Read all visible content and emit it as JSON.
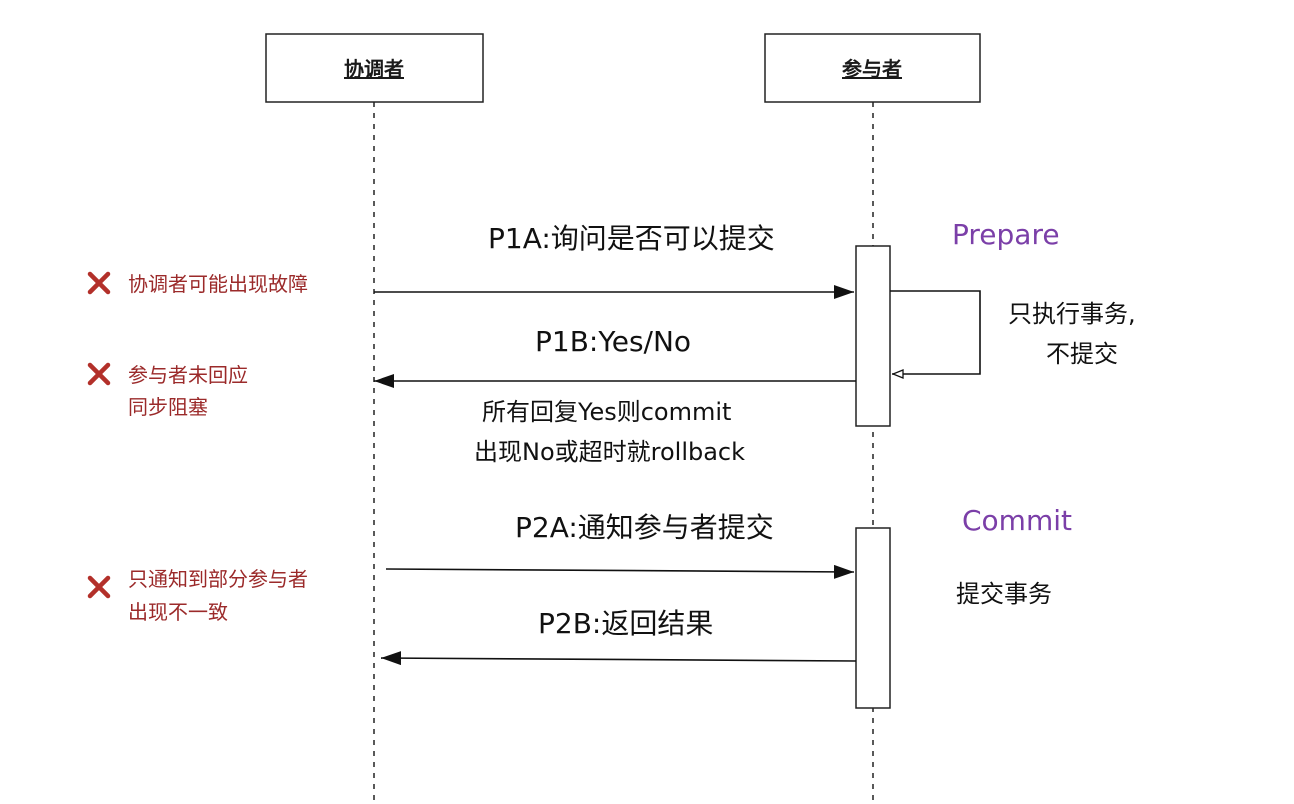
{
  "actors": {
    "coordinator": "协调者",
    "participant": "参与者"
  },
  "phases": {
    "prepare": "Prepare",
    "commit": "Commit"
  },
  "messages": {
    "p1a": "P1A:询问是否可以提交",
    "p1b": "P1B:Yes/No",
    "p2a": "P2A:通知参与者提交",
    "p2b": "P2B:返回结果"
  },
  "notes": {
    "decision_line1": "所有回复Yes则commit",
    "decision_line2": "出现No或超时就rollback",
    "prepare_line1": "只执行事务,",
    "prepare_line2": "不提交",
    "commit_action": "提交事务"
  },
  "faults": {
    "coordinator_failure": "协调者可能出现故障",
    "participant_no_reply_line1": "参与者未回应",
    "participant_no_reply_line2": "同步阻塞",
    "partial_notify_line1": "只通知到部分参与者",
    "partial_notify_line2": "出现不一致"
  },
  "colors": {
    "phase_label": "#7b3fa8",
    "fault_text": "#9b2a2a",
    "fault_mark": "#b3302a",
    "line": "#111111"
  },
  "icons": {
    "fault": "x-mark-icon"
  }
}
